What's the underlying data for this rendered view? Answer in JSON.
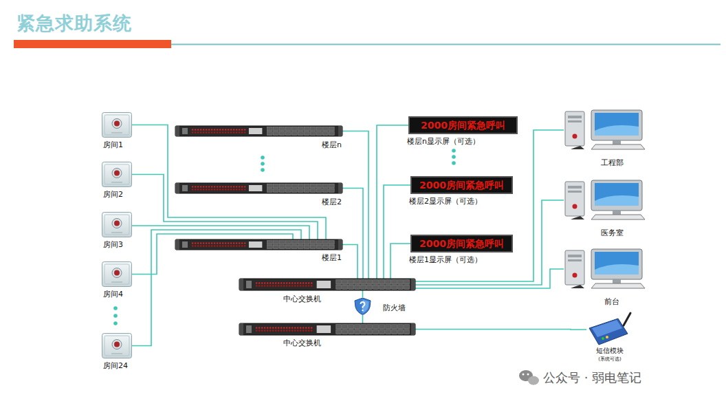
{
  "diagram": {
    "title": "紧急求助系统",
    "nodes": [
      {
        "text": [
          "房间1"
        ]
      },
      {
        "text": [
          "楼层n"
        ]
      },
      {
        "text": [
          "2000房间紧急呼叫",
          "楼层n显示屏（可选）"
        ]
      },
      {
        "text": [
          "工程部"
        ]
      },
      {
        "text": [
          "房间2"
        ]
      },
      {
        "text": [
          "楼层2"
        ]
      },
      {
        "text": [
          "2000房间紧急呼叫",
          "楼层2显示屏（可选）"
        ]
      },
      {
        "text": [
          "医务室"
        ]
      },
      {
        "text": [
          "房间3"
        ]
      },
      {
        "text": [
          "楼层1"
        ]
      },
      {
        "text": [
          "2000房间紧急呼叫",
          "楼层1显示屏（可选）"
        ]
      },
      {
        "text": [
          "前台"
        ]
      },
      {
        "text": [
          "房间4"
        ]
      },
      {
        "text": [
          "中心交换机"
        ]
      },
      {
        "text": [
          "防火墙"
        ]
      },
      {
        "text": [
          "中心交换机"
        ]
      },
      {
        "text": [
          "短信模块",
          "(系统可选)"
        ]
      },
      {
        "text": [
          "房间24"
        ]
      }
    ],
    "edges": [
      {
        "from": 0,
        "to": 9,
        "arrow": "none"
      },
      {
        "from": 4,
        "to": 9,
        "arrow": "none"
      },
      {
        "from": 8,
        "to": 9,
        "arrow": "none"
      },
      {
        "from": 12,
        "to": 9,
        "arrow": "none"
      },
      {
        "from": 17,
        "to": 9,
        "arrow": "none"
      },
      {
        "from": 1,
        "to": 13,
        "arrow": "none"
      },
      {
        "from": 5,
        "to": 13,
        "arrow": "none"
      },
      {
        "from": 9,
        "to": 13,
        "arrow": "none"
      },
      {
        "from": 13,
        "to": 14,
        "arrow": "none"
      },
      {
        "from": 14,
        "to": 15,
        "arrow": "none"
      },
      {
        "from": 13,
        "to": 2,
        "arrow": "none"
      },
      {
        "from": 13,
        "to": 6,
        "arrow": "none"
      },
      {
        "from": 13,
        "to": 10,
        "arrow": "none"
      },
      {
        "from": 13,
        "to": 3,
        "arrow": "none"
      },
      {
        "from": 13,
        "to": 7,
        "arrow": "none"
      },
      {
        "from": 13,
        "to": 11,
        "arrow": "none"
      },
      {
        "from": 15,
        "to": 16,
        "arrow": "none"
      }
    ],
    "labels": [
      "公众号 · 弱电笔记"
    ]
  }
}
